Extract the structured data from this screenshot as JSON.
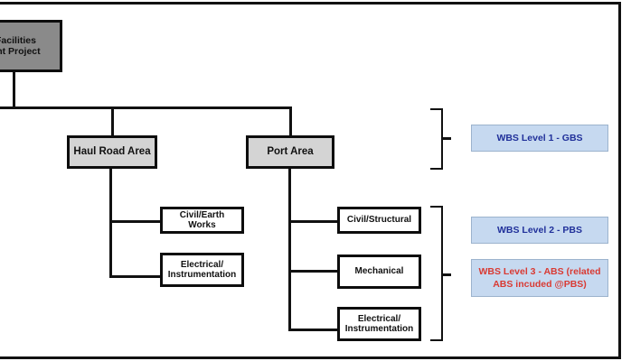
{
  "diagram": {
    "title_hidden": "",
    "nodes": {
      "root": {
        "line1": "Facilities",
        "line2": "ent Project"
      },
      "level2": [
        {
          "label": "Haul Road Area"
        },
        {
          "label": "Port Area"
        }
      ],
      "haul_road_children": [
        {
          "line1": "Civil/Earth Works",
          "line2": ""
        },
        {
          "line1": "Electrical/",
          "line2": "Instrumentation"
        }
      ],
      "port_children": [
        {
          "line1": "Civil/Structural",
          "line2": ""
        },
        {
          "line1": "Mechanical",
          "line2": ""
        },
        {
          "line1": "Electrical/",
          "line2": "Instrumentation"
        }
      ]
    },
    "legend": [
      {
        "text": "WBS Level 1 - GBS",
        "color": "#20309a"
      },
      {
        "text": "WBS Level  2 - PBS",
        "color": "#20309a"
      },
      {
        "line1": "WBS Level  3 - ABS (related",
        "line2": "ABS incuded  @PBS)",
        "color": "#d93a33"
      }
    ],
    "colors": {
      "root_fill": "#8a8a8a",
      "level2_fill": "#d4d4d4",
      "level3_fill": "#ffffff",
      "legend_fill": "#c6d9f0",
      "line": "#111111",
      "legend_blue": "#20309a",
      "legend_red": "#d93a33"
    }
  }
}
